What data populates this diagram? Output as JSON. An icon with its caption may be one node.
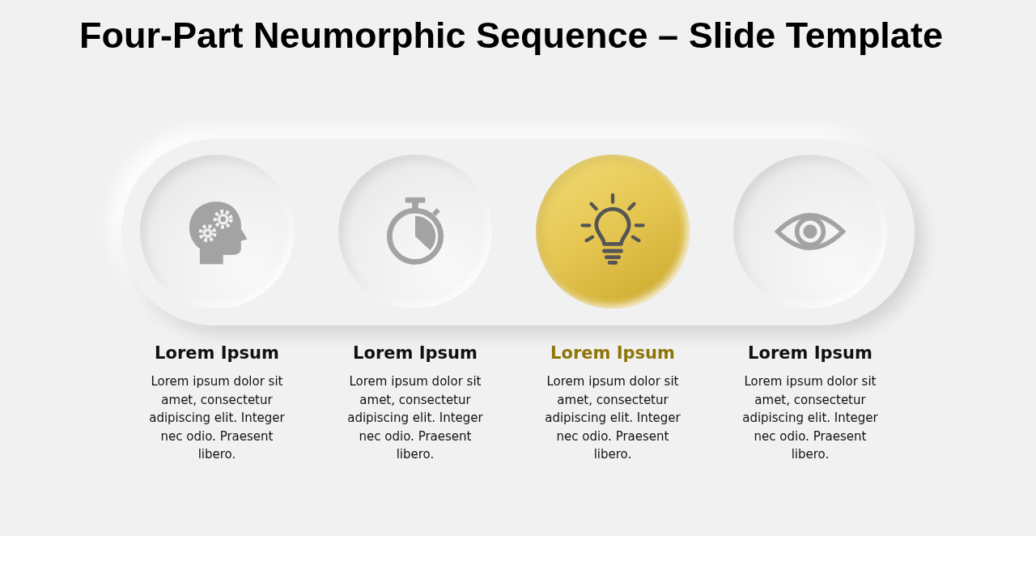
{
  "diagram": {
    "title": "Four-Part Neumorphic Sequence – Slide Template",
    "nodes": [
      {
        "text": [],
        "shape": "box"
      },
      {
        "text": [],
        "shape": "circle",
        "in": 0,
        "beside": [
          "Lorem Ipsum",
          "Lorem ipsum dolor sit amet, consectetur adipiscing elit. Integer nec odio. Praesent libero."
        ]
      },
      {
        "text": [],
        "shape": "circle",
        "in": 0,
        "beside": [
          "Lorem Ipsum",
          "Lorem ipsum dolor sit amet, consectetur adipiscing elit. Integer nec odio. Praesent libero."
        ]
      },
      {
        "text": [],
        "shape": "circle",
        "in": 0,
        "beside": [
          "Lorem Ipsum",
          "Lorem ipsum dolor sit amet, consectetur adipiscing elit. Integer nec odio. Praesent libero."
        ]
      },
      {
        "text": [],
        "shape": "circle",
        "in": 0,
        "beside": [
          "Lorem Ipsum",
          "Lorem ipsum dolor sit amet, consectetur adipiscing elit. Integer nec odio. Praesent libero."
        ]
      }
    ]
  }
}
